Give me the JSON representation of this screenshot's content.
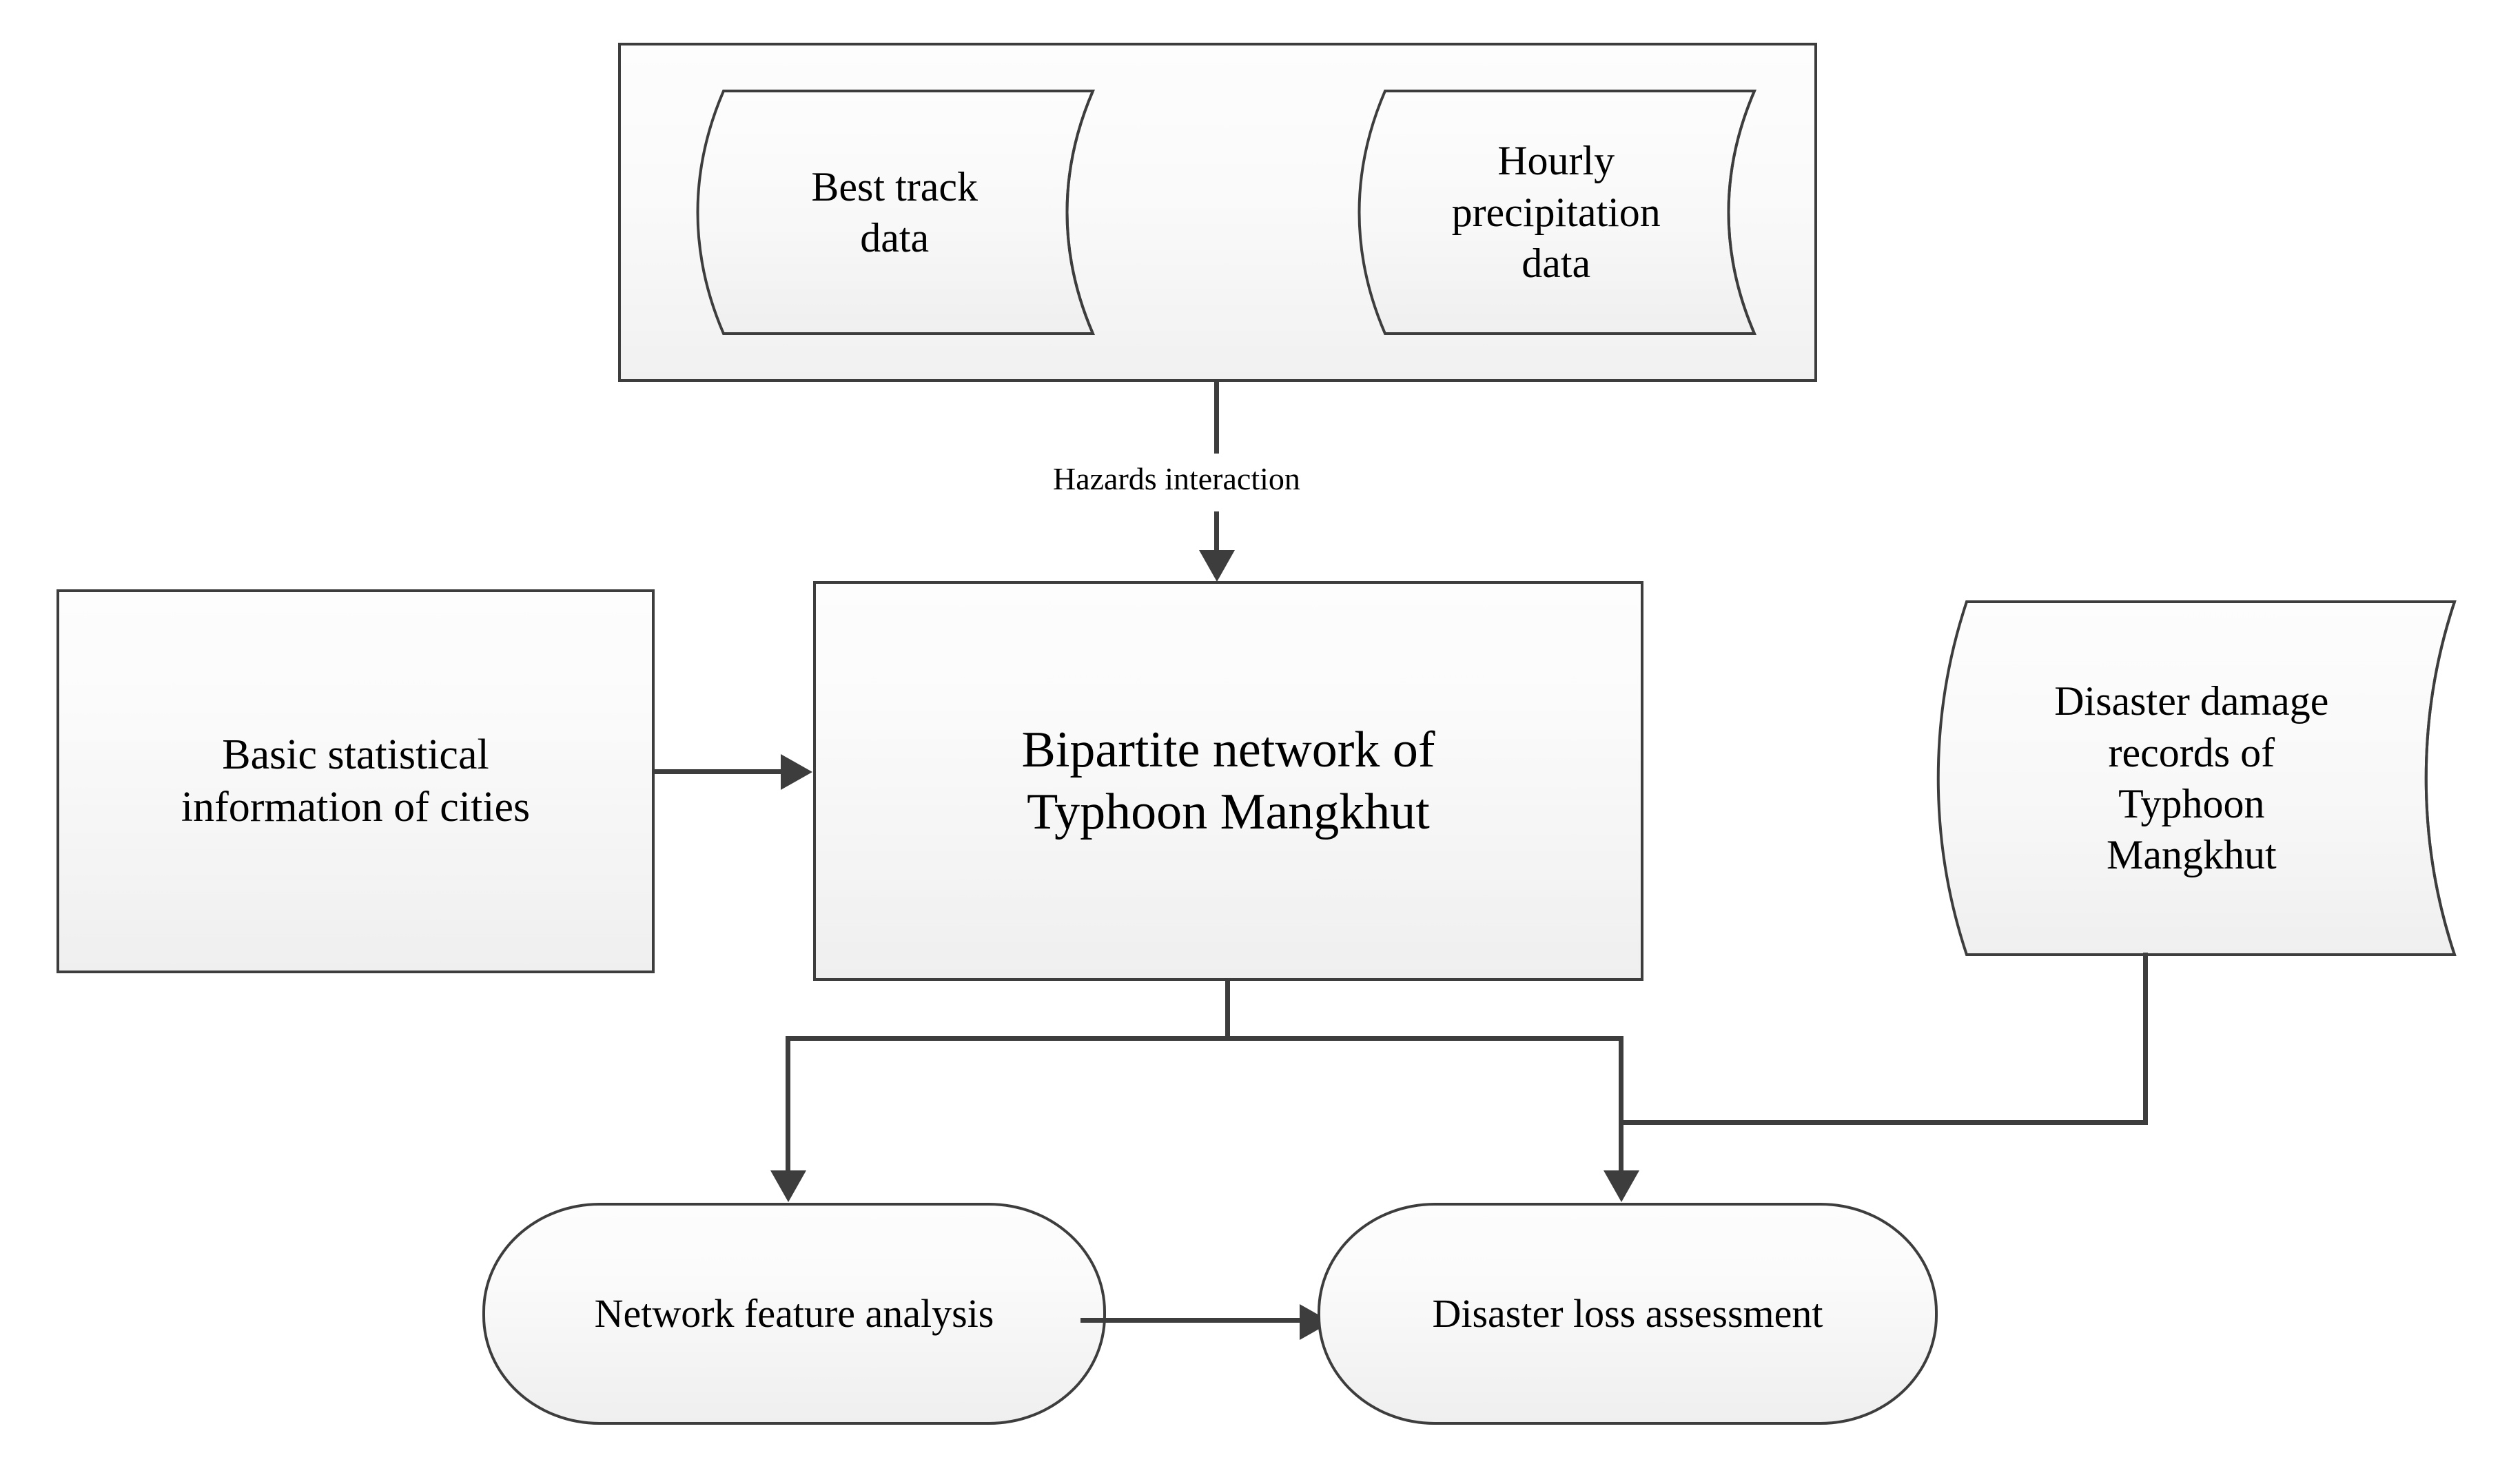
{
  "diagram": {
    "title": "Typhoon Mangkhut bipartite network analysis workflow",
    "colors": {
      "stroke": "#3d3d3d",
      "fill_top": "#fdfdfd",
      "fill_bottom": "#efefef",
      "text": "#000000",
      "background": "#ffffff"
    },
    "data_sources_group": {
      "label": "",
      "items": [
        {
          "id": "best-track-data",
          "label": "Best track\ndata",
          "shape": "cylinder"
        },
        {
          "id": "hourly-precipitation-data",
          "label": "Hourly\nprecipitation\ndata",
          "shape": "cylinder"
        }
      ]
    },
    "nodes": [
      {
        "id": "basic-statistical-information-of-cities",
        "label": "Basic statistical\ninformation of cities",
        "shape": "rectangle"
      },
      {
        "id": "bipartite-network-of-typhoon-mangkhut",
        "label": "Bipartite network of\nTyphoon Mangkhut",
        "shape": "rectangle"
      },
      {
        "id": "disaster-damage-records-of-typhoon-mangkhut",
        "label": "Disaster damage\nrecords of\nTyphoon\nMangkhut",
        "shape": "cylinder"
      },
      {
        "id": "network-feature-analysis",
        "label": "Network feature analysis",
        "shape": "rounded-rectangle"
      },
      {
        "id": "disaster-loss-assessment",
        "label": "Disaster loss assessment",
        "shape": "rounded-rectangle"
      }
    ],
    "edges": [
      {
        "from": "data-sources-group",
        "to": "bipartite-network-of-typhoon-mangkhut",
        "label": "Hazards interaction",
        "arrow": "down"
      },
      {
        "from": "basic-statistical-information-of-cities",
        "to": "bipartite-network-of-typhoon-mangkhut",
        "label": "",
        "arrow": "right"
      },
      {
        "from": "bipartite-network-of-typhoon-mangkhut",
        "to": "network-feature-analysis",
        "label": "",
        "arrow": "down"
      },
      {
        "from": "bipartite-network-of-typhoon-mangkhut",
        "to": "disaster-loss-assessment",
        "label": "",
        "arrow": "down"
      },
      {
        "from": "disaster-damage-records-of-typhoon-mangkhut",
        "to": "disaster-loss-assessment",
        "label": "",
        "arrow": "down"
      },
      {
        "from": "network-feature-analysis",
        "to": "disaster-loss-assessment",
        "label": "",
        "arrow": "right"
      }
    ],
    "labels": {
      "best_track_data_l1": "Best track",
      "best_track_data_l2": "data",
      "hourly_precipitation_l1": "Hourly",
      "hourly_precipitation_l2": "precipitation",
      "hourly_precipitation_l3": "data",
      "basic_stat_l1": "Basic statistical",
      "basic_stat_l2": "information of cities",
      "bipartite_l1": "Bipartite network of",
      "bipartite_l2": "Typhoon Mangkhut",
      "disaster_records_l1": "Disaster damage",
      "disaster_records_l2": "records of",
      "disaster_records_l3": "Typhoon",
      "disaster_records_l4": "Mangkhut",
      "network_feature_analysis": "Network feature analysis",
      "disaster_loss_assessment": "Disaster loss assessment",
      "hazards_interaction": "Hazards interaction"
    }
  }
}
